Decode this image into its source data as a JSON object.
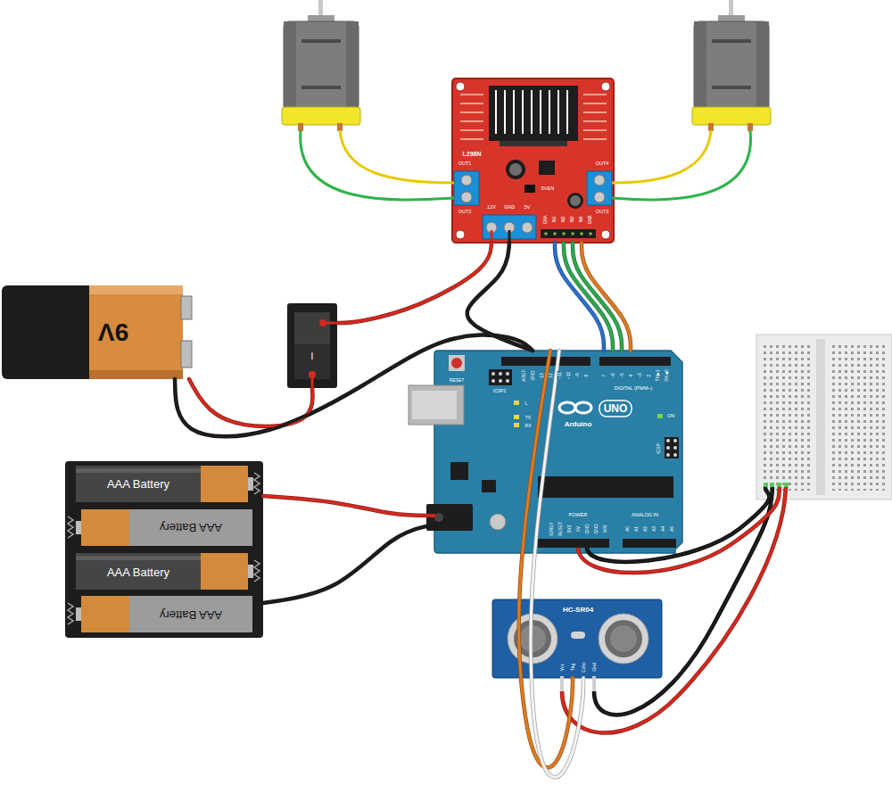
{
  "diagram": {
    "nodes": [
      {
        "text": [
          "L298N",
          "OUT1",
          "OUT2",
          "OUT4",
          "OUT3",
          "12V",
          "GND",
          "5V",
          "5VEN",
          "ENA",
          "IN1",
          "IN2",
          "IN3",
          "IN4",
          "ENB"
        ]
      },
      {
        "text": [
          "9V"
        ]
      },
      {
        "text": [
          "I"
        ]
      },
      {
        "text": [
          "RESET",
          "ICSP2",
          "AREF",
          "GND",
          "13",
          "12",
          "~11",
          "~10",
          "~9",
          "8",
          "7",
          "~6",
          "~5",
          "4",
          "~3",
          "2",
          "TX▶1",
          "RX◀0",
          "DIGITAL (PWM~)",
          "L",
          "TX",
          "RX",
          "UNO",
          "Arduino",
          "ON",
          "ICSP",
          "POWER",
          "ANALOG IN",
          "IOREF",
          "RESET",
          "3V3",
          "5V",
          "GND",
          "GND",
          "VIN",
          "A0",
          "A1",
          "A2",
          "A3",
          "A4",
          "A5"
        ]
      },
      {
        "text": [
          "AAA Battery",
          "AAA Battery",
          "AAA Battery",
          "AAA Battery"
        ]
      },
      {
        "text": [
          "HC-SR04",
          "Vcc",
          "Trig",
          "Echo",
          "Gnd"
        ]
      }
    ],
    "edges": [
      {
        "from": 0,
        "to": 2,
        "arrow": "none"
      },
      {
        "from": 2,
        "to": 1,
        "arrow": "none"
      },
      {
        "from": 1,
        "to": 3,
        "arrow": "none"
      },
      {
        "from": 0,
        "to": 3,
        "arrow": "none"
      },
      {
        "from": 0,
        "to": 3,
        "arrow": "none"
      },
      {
        "from": 0,
        "to": 3,
        "arrow": "none"
      },
      {
        "from": 0,
        "to": 3,
        "arrow": "none"
      },
      {
        "from": 0,
        "to": 3,
        "arrow": "none"
      },
      {
        "from": 4,
        "to": 3,
        "arrow": "none"
      },
      {
        "from": 4,
        "to": 3,
        "arrow": "none"
      },
      {
        "from": 5,
        "to": 3,
        "arrow": "none"
      },
      {
        "from": 5,
        "to": 3,
        "arrow": "none"
      }
    ]
  }
}
